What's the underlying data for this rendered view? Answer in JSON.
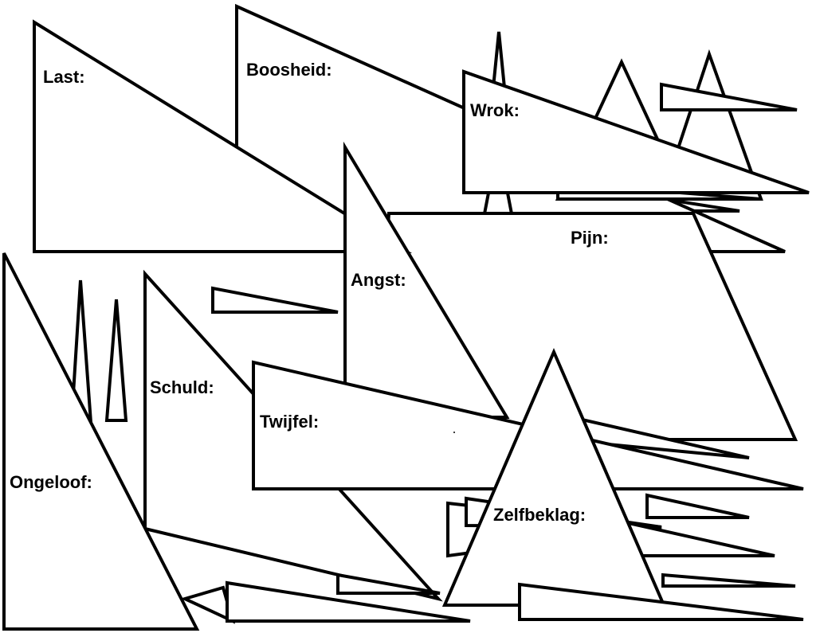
{
  "colors": {
    "background": "#ffffff",
    "stroke": "#000000",
    "text": "#000000"
  },
  "labels": {
    "last": "Last:",
    "boosheid": "Boosheid:",
    "wrok": "Wrok:",
    "pijn": "Pijn:",
    "angst": "Angst:",
    "schuld": "Schuld:",
    "twijfel": "Twijfel:",
    "ongeloof": "Ongeloof:",
    "zelfbeklag": "Zelfbeklag:"
  }
}
